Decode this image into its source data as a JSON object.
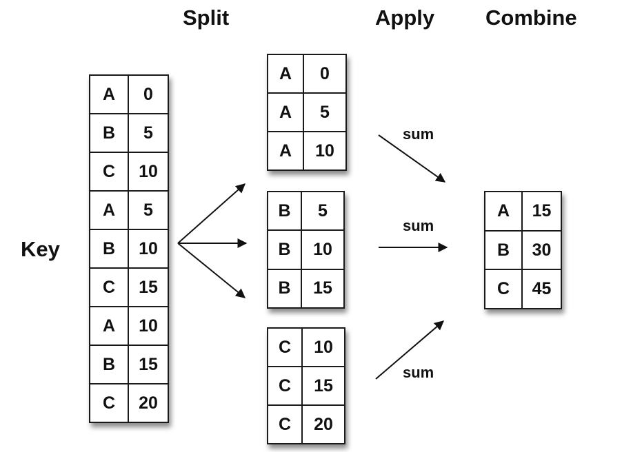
{
  "headings": {
    "split": "Split",
    "apply": "Apply",
    "combine": "Combine"
  },
  "key_label": "Key",
  "source_table": [
    {
      "key": "A",
      "value": "0"
    },
    {
      "key": "B",
      "value": "5"
    },
    {
      "key": "C",
      "value": "10"
    },
    {
      "key": "A",
      "value": "5"
    },
    {
      "key": "B",
      "value": "10"
    },
    {
      "key": "C",
      "value": "15"
    },
    {
      "key": "A",
      "value": "10"
    },
    {
      "key": "B",
      "value": "15"
    },
    {
      "key": "C",
      "value": "20"
    }
  ],
  "split_groups": [
    [
      {
        "key": "A",
        "value": "0"
      },
      {
        "key": "A",
        "value": "5"
      },
      {
        "key": "A",
        "value": "10"
      }
    ],
    [
      {
        "key": "B",
        "value": "5"
      },
      {
        "key": "B",
        "value": "10"
      },
      {
        "key": "B",
        "value": "15"
      }
    ],
    [
      {
        "key": "C",
        "value": "10"
      },
      {
        "key": "C",
        "value": "15"
      },
      {
        "key": "C",
        "value": "20"
      }
    ]
  ],
  "apply_labels": [
    "sum",
    "sum",
    "sum"
  ],
  "result_table": [
    {
      "key": "A",
      "value": "15"
    },
    {
      "key": "B",
      "value": "30"
    },
    {
      "key": "C",
      "value": "45"
    }
  ],
  "colors": {
    "ink": "#111111",
    "border": "#1a1a1a",
    "background": "#ffffff"
  }
}
